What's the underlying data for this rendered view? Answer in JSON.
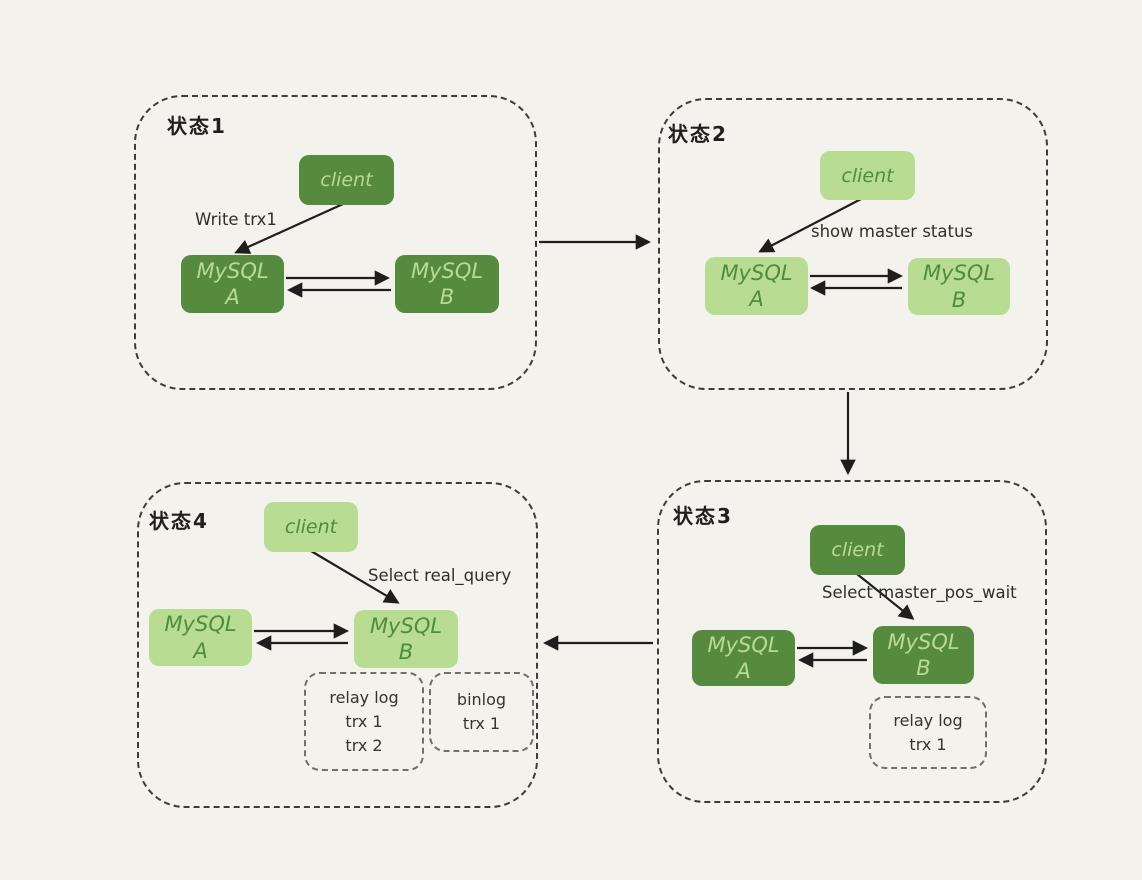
{
  "palette": {
    "background": "#f4f2ec",
    "dark_green": "#568b3f",
    "light_green": "#b9dc93",
    "text_on_dark": "#b8db92",
    "text_on_light": "#508c3d",
    "arrow_black": "#1e1e1c",
    "panel_dash": "#3c3c3a",
    "log_dash": "#6f6f6b"
  },
  "state1": {
    "title": "状态1",
    "client_label": "client",
    "action_label": "Write trx1",
    "mysql_a_line1": "MySQL",
    "mysql_a_line2": "A",
    "mysql_b_line1": "MySQL",
    "mysql_b_line2": "B"
  },
  "state2": {
    "title": "状态2",
    "client_label": "client",
    "action_label": "show master status",
    "mysql_a_line1": "MySQL",
    "mysql_a_line2": "A",
    "mysql_b_line1": "MySQL",
    "mysql_b_line2": "B"
  },
  "state3": {
    "title": "状态3",
    "client_label": "client",
    "action_label": "Select master_pos_wait",
    "mysql_a_line1": "MySQL",
    "mysql_a_line2": "A",
    "mysql_b_line1": "MySQL",
    "mysql_b_line2": "B",
    "relay_log_title": "relay log",
    "relay_log_entry1": "trx 1"
  },
  "state4": {
    "title": "状态4",
    "client_label": "client",
    "action_label": "Select real_query",
    "mysql_a_line1": "MySQL",
    "mysql_a_line2": "A",
    "mysql_b_line1": "MySQL",
    "mysql_b_line2": "B",
    "relay_log_title": "relay log",
    "relay_log_entry1": "trx 1",
    "relay_log_entry2": "trx 2",
    "binlog_title": "binlog",
    "binlog_entry1": "trx 1"
  }
}
